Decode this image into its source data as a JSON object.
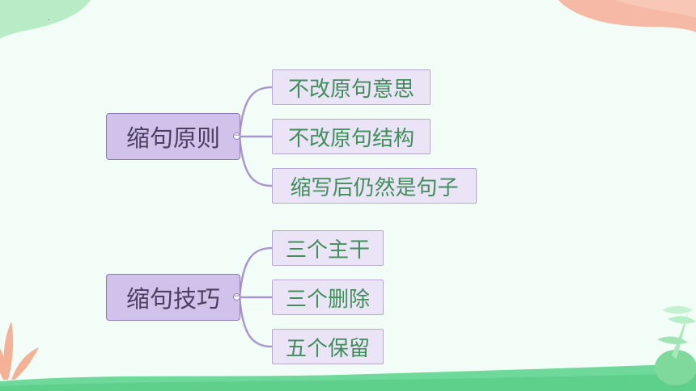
{
  "mindmap": {
    "groups": [
      {
        "title": "缩句原则",
        "branches": [
          "不改原句意思",
          "不改原句结构",
          "缩写后仍然是句子"
        ]
      },
      {
        "title": "缩句技巧",
        "branches": [
          "三个主干",
          "三个删除",
          "五个保留"
        ]
      }
    ]
  },
  "colors": {
    "background": "#f3fdf7",
    "connector": "#a898cf",
    "root_fill": "#d0c2ea",
    "leaf_fill": "#ebe3f6",
    "leaf_text": "#3f8f5a",
    "corner_green": "#b8ecc7",
    "corner_salmon": "#f6b9a5",
    "ground_green": "#6ed99a"
  }
}
